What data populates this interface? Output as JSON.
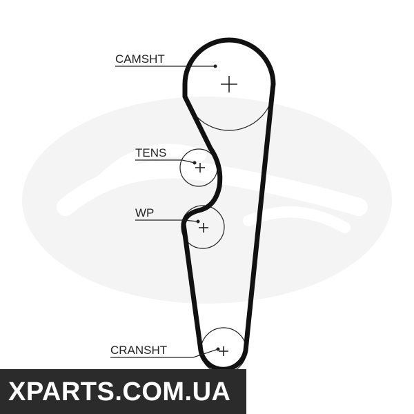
{
  "diagram": {
    "labels": {
      "camshaft": "CAMSHT",
      "tensioner": "TENS",
      "water_pump": "WP",
      "crankshaft": "CRANSHT"
    }
  },
  "watermark": {
    "text": "XPARTS.COM.UA"
  },
  "colors": {
    "belt": "#111111",
    "line": "#222222",
    "banner_bg": "#2b2b2b",
    "banner_text": "#ffffff",
    "background_logo": "#f3f3f3"
  }
}
